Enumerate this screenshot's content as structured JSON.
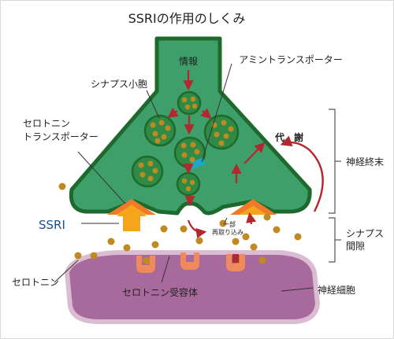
{
  "title": "SSRIの作用のしくみ",
  "labels": {
    "info": "情報",
    "amine_transporter": "アミントランスポーター",
    "synaptic_vesicle": "シナプス小胞",
    "serotonin_transporter_line1": "セロトニン",
    "serotonin_transporter_line2": "トランスポーター",
    "metabolism": "代　謝",
    "ssri": "SSRI",
    "reuptake_line1": "一部",
    "reuptake_line2": "再取り込み",
    "serotonin": "セロトニン",
    "serotonin_receptor": "セロトニン受容体",
    "nerve_terminal": "神経終末",
    "synaptic_cleft_line1": "シナプス",
    "synaptic_cleft_line2": "間隙",
    "nerve_cell_body": "神経細胞"
  },
  "colors": {
    "neuron_fill": "#3f9f6a",
    "neuron_border": "#1e6a2c",
    "vesicle_fill": "#2f8a45",
    "serotonin_dot": "#c08a22",
    "arrow": "#b3272e",
    "ssri_fill": "#f4a51a",
    "transporter": "#f07a28",
    "amine_transporter": "#1ea7c9",
    "postsynaptic_fill": "#a86a9c",
    "postsynaptic_border": "#dbbdd3",
    "receptor": "#f08a5c"
  }
}
